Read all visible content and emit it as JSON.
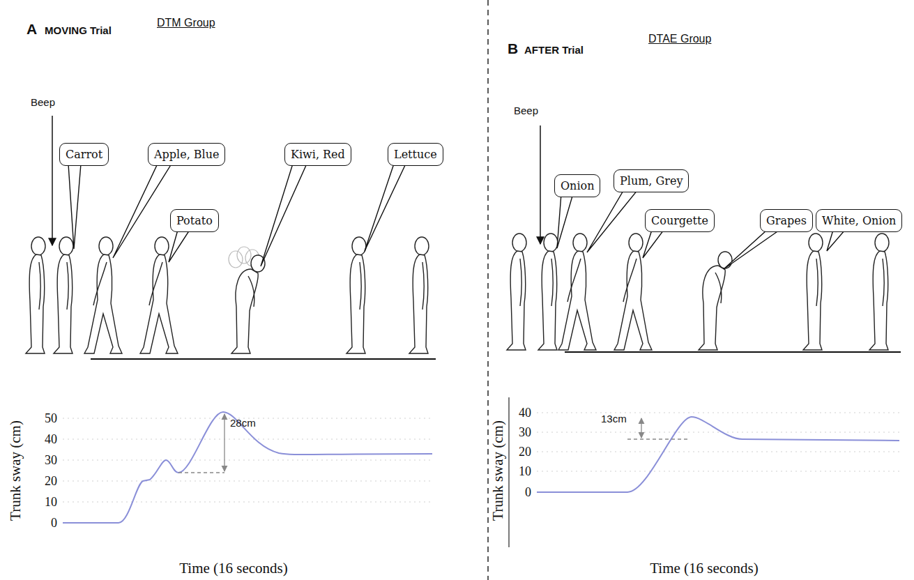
{
  "diagram": {
    "nodes": [
      {
        "text": [
          "Carrot"
        ]
      },
      {
        "text": [
          "Apple, Blue"
        ]
      },
      {
        "text": [
          "Potato"
        ]
      },
      {
        "text": [
          "Kiwi, Red"
        ]
      },
      {
        "text": [
          "Lettuce"
        ]
      },
      {
        "text": [
          "Onion"
        ]
      },
      {
        "text": [
          "Plum, Grey"
        ]
      },
      {
        "text": [
          "Courgette"
        ]
      },
      {
        "text": [
          "Grapes"
        ]
      },
      {
        "text": [
          "White, Onion"
        ]
      }
    ],
    "labels": [
      "A",
      "MOVING Trial",
      "DTM Group",
      "Beep",
      "Trunk sway (cm)",
      "50",
      "40",
      "30",
      "20",
      "10",
      "0",
      "28cm",
      "Time (16 seconds)",
      "B",
      "AFTER Trial",
      "DTAE Group",
      "Beep",
      "Trunk sway (cm)",
      "40",
      "30",
      "20",
      "10",
      "0",
      "13cm",
      "Time (16 seconds)"
    ]
  }
}
